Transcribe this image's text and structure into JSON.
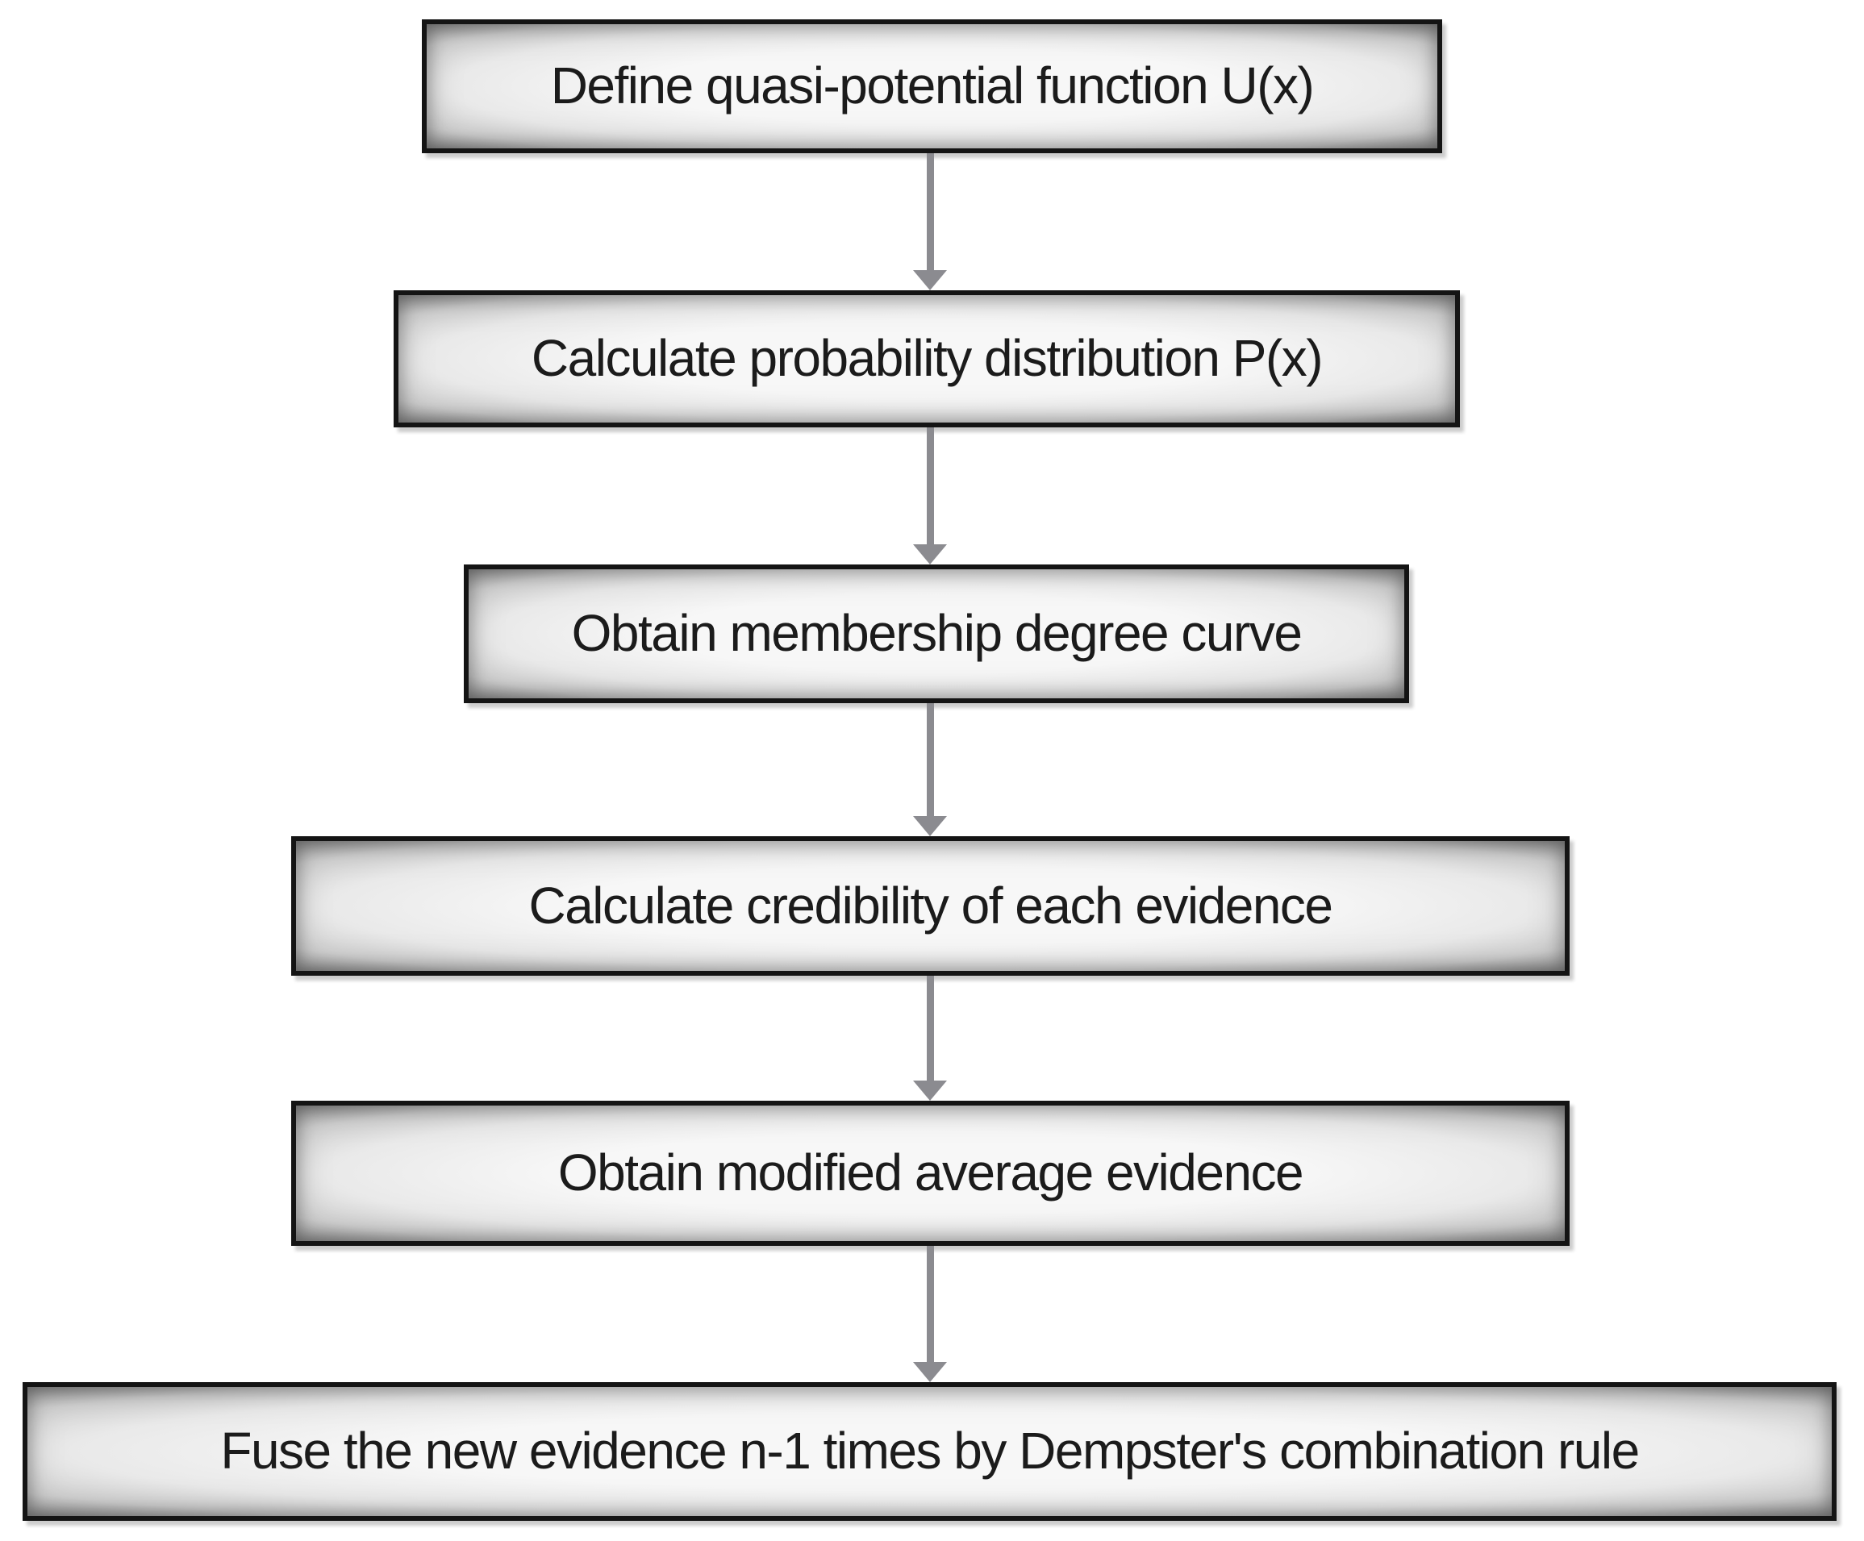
{
  "diagram": {
    "type": "flowchart",
    "direction": "top-down",
    "steps": [
      {
        "id": 1,
        "label": "Define quasi-potential function U(x)"
      },
      {
        "id": 2,
        "label": "Calculate probability distribution P(x)"
      },
      {
        "id": 3,
        "label": "Obtain membership degree curve"
      },
      {
        "id": 4,
        "label": "Calculate credibility of each evidence"
      },
      {
        "id": 5,
        "label": "Obtain modified average evidence"
      },
      {
        "id": 6,
        "label": "Fuse the new evidence n-1 times by Dempster's combination rule"
      }
    ],
    "connections": [
      {
        "from": 1,
        "to": 2
      },
      {
        "from": 2,
        "to": 3
      },
      {
        "from": 3,
        "to": 4
      },
      {
        "from": 4,
        "to": 5
      },
      {
        "from": 5,
        "to": 6
      }
    ],
    "colors": {
      "background": "#ffffff",
      "box_border": "#141414",
      "box_fill_center": "#f7f7f7",
      "box_fill_edge": "#9a9a9a",
      "text": "#1b1b1b",
      "arrow": "#8b8b90"
    }
  }
}
